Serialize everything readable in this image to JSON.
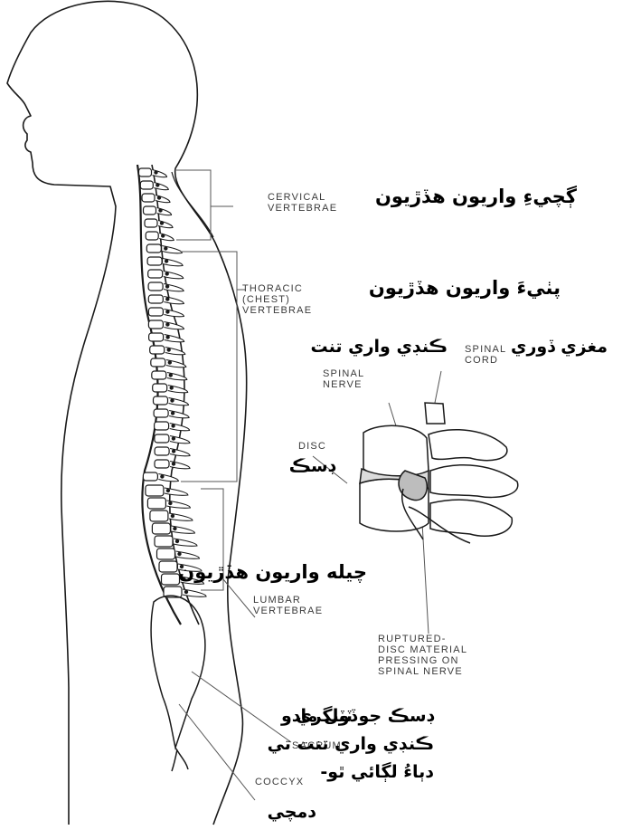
{
  "labels": {
    "cervical": [
      "CERVICAL",
      "VERTEBRAE"
    ],
    "thoracic": [
      "THORACIC",
      "(CHEST)",
      "VERTEBRAE"
    ],
    "spinal_cord": [
      "SPINAL",
      "CORD"
    ],
    "spinal_nerve": [
      "SPINAL",
      "NERVE"
    ],
    "disc": "DISC",
    "lumbar": [
      "LUMBAR",
      "VERTEBRAE"
    ],
    "ruptured": [
      "RUPTURED-",
      "DISC MATERIAL",
      "PRESSING ON",
      "SPINAL NERVE"
    ],
    "sacrum": "SACRUM",
    "coccyx": "COCCYX"
  },
  "urdu": {
    "cervical": "ڳچيءِ واريون هڏڙيون",
    "thoracic": "پٺيءَ واريون هڏڙيون",
    "spinal_cord": "مغزي ڏوري",
    "spinal_nerve": "ڪنڊي واري تنت",
    "disc": "ڊسڪ",
    "lumbar": "چيله واريون هڏڙيون",
    "sacrum": "ڏونگري",
    "ruptured": [
      "ڊسڪ جو ٽٽل مادو",
      "ڪنڊي واري تنت تي",
      "دٻاءُ لڳائي ٿو-"
    ],
    "coccyx": "دمچي"
  }
}
